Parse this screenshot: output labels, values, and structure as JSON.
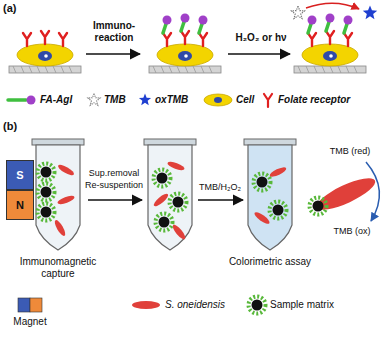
{
  "diagram": {
    "nodes": [
      {
        "text": [
          "S"
        ]
      },
      {
        "text": [
          "N"
        ]
      }
    ],
    "labels": [
      "(a)",
      "Immuno-reaction",
      "H₂O₂ or hν",
      "(b)",
      "Sup.removal",
      "Re-suspention",
      "TMB/H₂O₂",
      "Immunomagnetic capture",
      "Colorimetric assay",
      "TMB (red)",
      "TMB (ox)"
    ],
    "legend": [
      {
        "text": "FA-AgI"
      },
      {
        "text": "TMB"
      },
      {
        "text": "oxTMB"
      },
      {
        "text": "Cell"
      },
      {
        "text": "Folate receptor"
      },
      {
        "text": "Magnet"
      },
      {
        "text": "S. oneidensis"
      },
      {
        "text": "Sample matrix"
      }
    ]
  }
}
